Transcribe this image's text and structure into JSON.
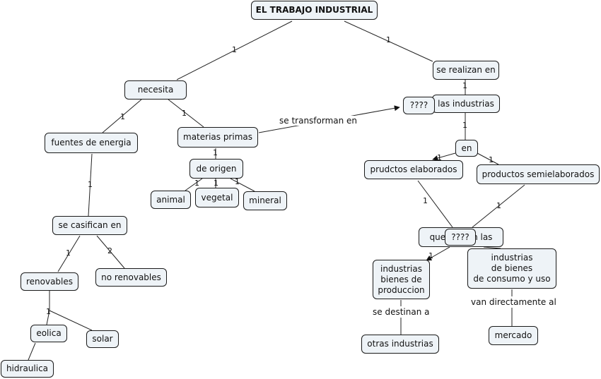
{
  "title": "EL TRABAJO INDUSTRIAL",
  "nodes": {
    "necesita": "necesita",
    "se_realizan_en": "se realizan en",
    "fuentes_de_energia": "fuentes de energia",
    "materias_primas": "materias primas",
    "de_origen": "de origen",
    "animal": "animal",
    "vegetal": "vegetal",
    "mineral": "mineral",
    "se_casifican_en": "se casifican en",
    "renovables": "renovables",
    "no_renovables": "no renovables",
    "eolica": "eolica",
    "solar": "solar",
    "hidraulica": "hidraulica",
    "qqqq_top": "????",
    "las_industrias": "las industrias",
    "en": "en",
    "prudctos_elaborados": "prudctos elaborados",
    "productos_semielaborados": "productos semielaborados",
    "que_en_las": "que        en las",
    "qqqq_mid": "????",
    "industrias_bienes_de_produccion": "industrias\nbienes de\nproduccion",
    "industrias_de_bienes_de_consumo": "industrias\nde bienes\nde consumo y uso",
    "otras_industrias": "otras industrias",
    "mercado": "mercado"
  },
  "link_labels": {
    "se_transforman_en": "se transforman en",
    "se_destinan_a": "se destinan a",
    "van_directamente_al": "van directamente al"
  },
  "cardinalities": {
    "title_necesita": "1",
    "title_realizan": "1",
    "necesita_fuentes": "1",
    "necesita_materias": "1",
    "fuentes_clasifican": "1",
    "materias_origen": "1",
    "origen_animal": "1",
    "origen_vegetal": "1",
    "origen_mineral": "1",
    "clasifican_renovables": "1",
    "clasifican_no_renovables": "2",
    "renovables_energias": "1",
    "realizan_industrias": "1",
    "industrias_en": "1",
    "en_elaborados": "1",
    "en_semielaborados": "1",
    "elaborados_que": "1",
    "semielaborados_que": "1",
    "que_produccion": "1"
  },
  "colors": {
    "node_fill": "#eef3f7",
    "node_border": "#1a1a1a",
    "line": "#222222"
  }
}
